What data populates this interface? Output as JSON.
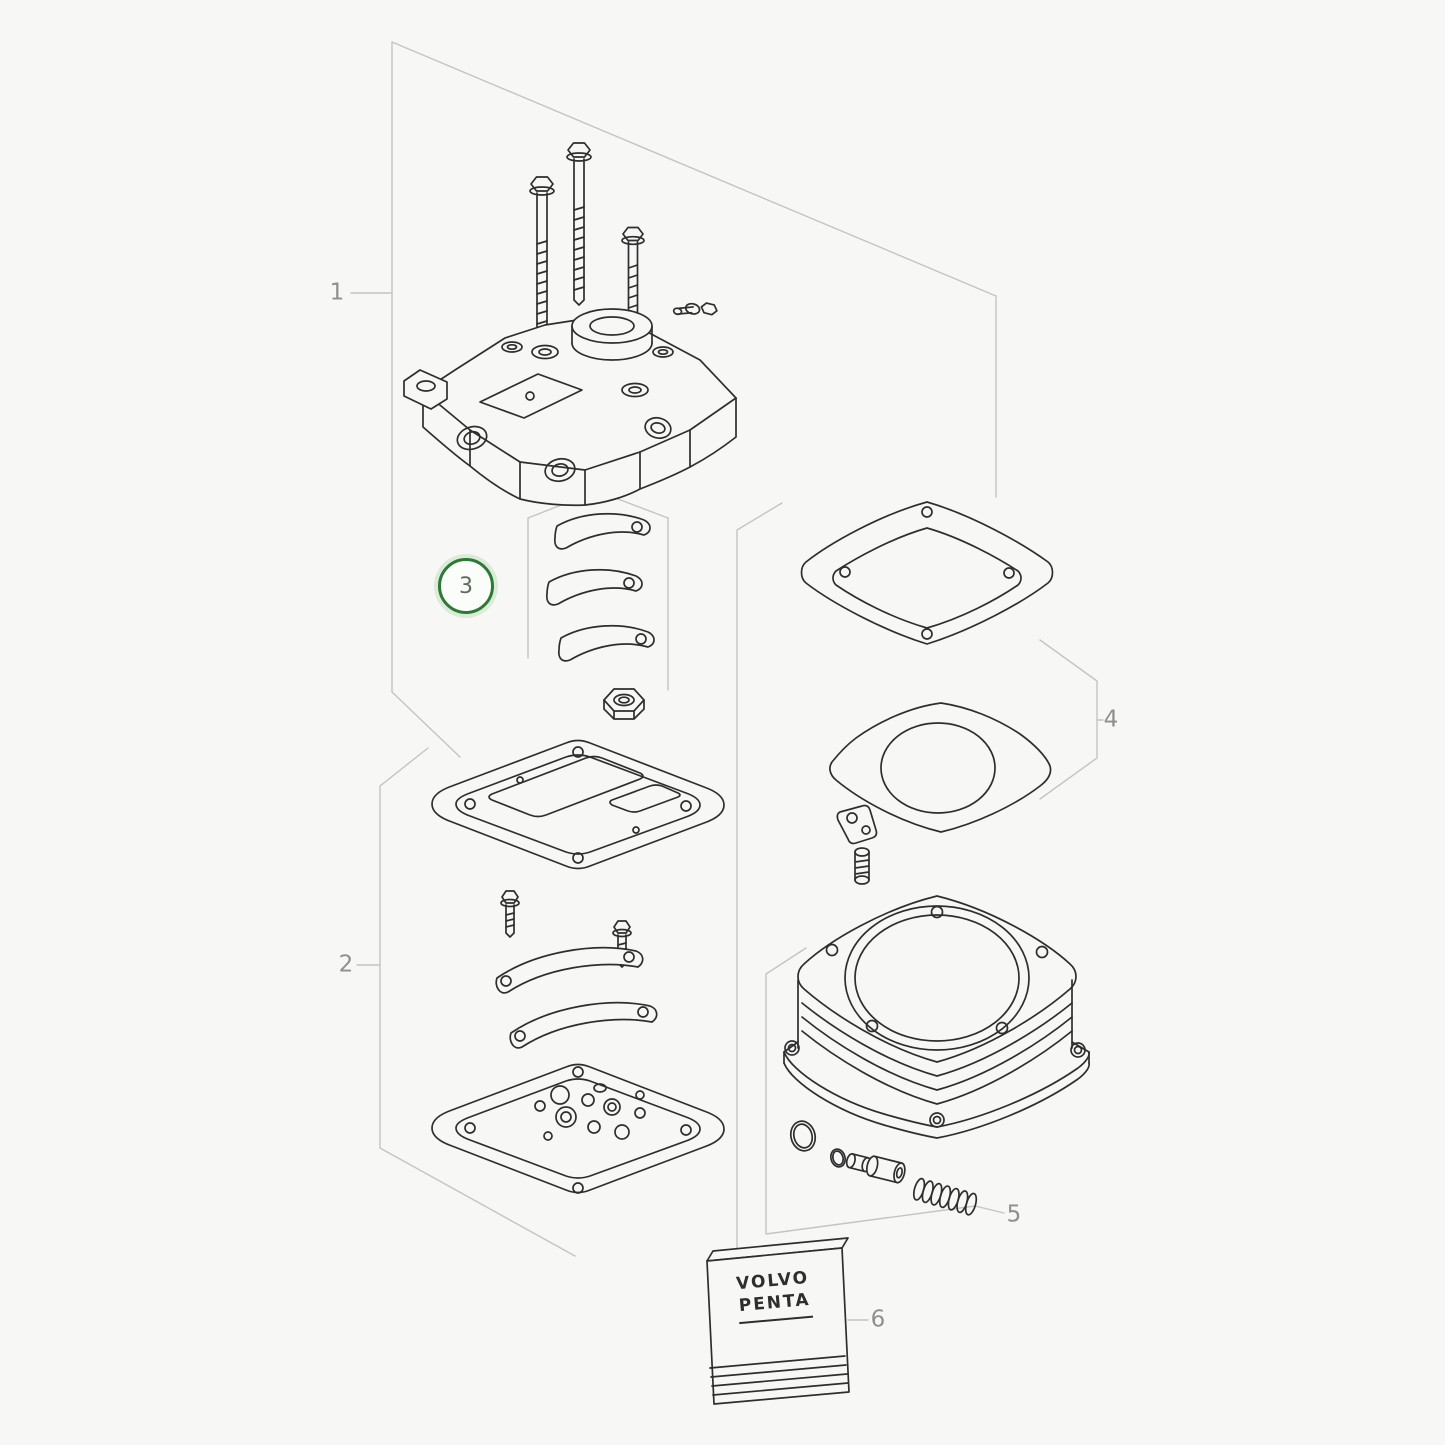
{
  "diagram": {
    "name": "exploded-parts-diagram",
    "callouts": [
      {
        "label": "1",
        "highlighted": false
      },
      {
        "label": "2",
        "highlighted": false
      },
      {
        "label": "3",
        "highlighted": true
      },
      {
        "label": "4",
        "highlighted": false
      },
      {
        "label": "5",
        "highlighted": false
      },
      {
        "label": "6",
        "highlighted": false
      }
    ],
    "brand_box": {
      "line1": "VOLVO",
      "line2": "PENTA"
    },
    "colors": {
      "background": "#f7f8f6",
      "line": "#2e2e2e",
      "guide": "#c4c4c1",
      "label_text": "#8f8f8f",
      "highlight_ring": "#2c7a33",
      "highlight_halo": "#dcead9",
      "highlight_fill": "#fbfdfb",
      "highlight_text": "#5f6a5f"
    }
  }
}
